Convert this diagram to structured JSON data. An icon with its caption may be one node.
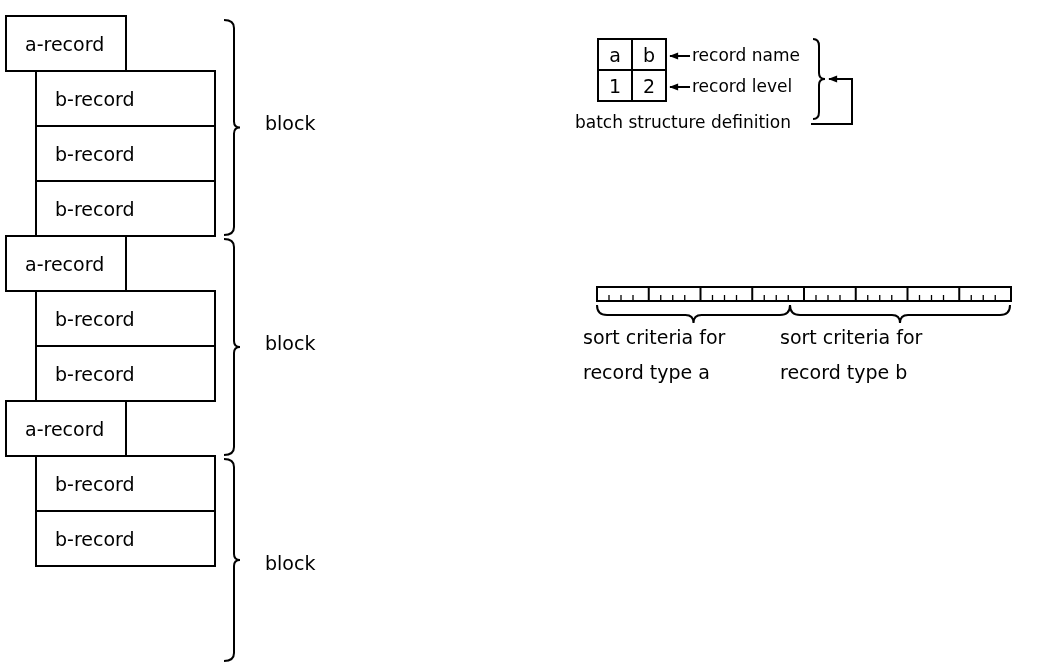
{
  "diagram": {
    "nodes": [
      {
        "text": [
          "a-record"
        ]
      },
      {
        "text": [
          "b-record"
        ]
      },
      {
        "text": [
          "b-record"
        ]
      },
      {
        "text": [
          "b-record"
        ]
      },
      {
        "text": [
          "a-record"
        ]
      },
      {
        "text": [
          "b-record"
        ]
      },
      {
        "text": [
          "b-record"
        ]
      },
      {
        "text": [
          "a-record"
        ]
      },
      {
        "text": [
          "b-record"
        ]
      },
      {
        "text": [
          "b-record"
        ]
      },
      {
        "text": [
          "a"
        ]
      },
      {
        "text": [
          "b"
        ]
      },
      {
        "text": [
          "1"
        ]
      },
      {
        "text": [
          "2"
        ]
      },
      {
        "text": [
          "record name"
        ]
      },
      {
        "text": [
          "record level"
        ]
      },
      {
        "text": [
          "batch structure definition"
        ]
      },
      {
        "text": [],
        "shape": "brace"
      }
    ],
    "edges": [
      {
        "from": 14,
        "to": 11,
        "arrow": "to"
      },
      {
        "from": 15,
        "to": 13,
        "arrow": "to"
      },
      {
        "from": 16,
        "to": 17,
        "arrow": "to"
      }
    ],
    "labels": [
      "block",
      "block",
      "block",
      "sort criteria for record type a",
      "sort criteria for record type b"
    ]
  }
}
